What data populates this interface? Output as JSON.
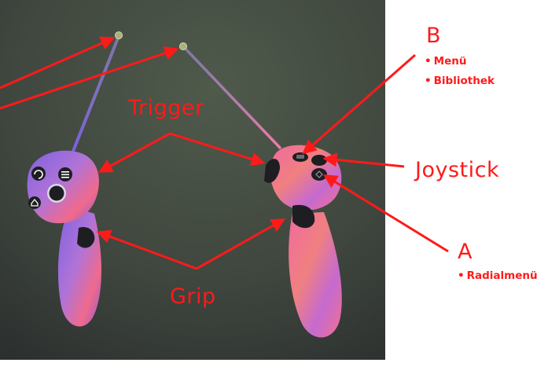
{
  "labels": {
    "trigger": "Trigger",
    "grip": "Grip",
    "joystick": "Joystick",
    "b": {
      "title": "B",
      "items": [
        "Menü",
        "Bibliothek"
      ]
    },
    "a": {
      "title": "A",
      "items": [
        "Radialmenü"
      ]
    }
  },
  "colors": {
    "annotation": "#ff1a1a",
    "scene_background": "#4a4f47",
    "controller_pink": "#f06a8c",
    "controller_purple": "#8a5ad6",
    "button_dark": "#1e1e22"
  },
  "icons": [
    "rotate-icon",
    "menu-icon",
    "home-icon",
    "joystick-icon"
  ]
}
